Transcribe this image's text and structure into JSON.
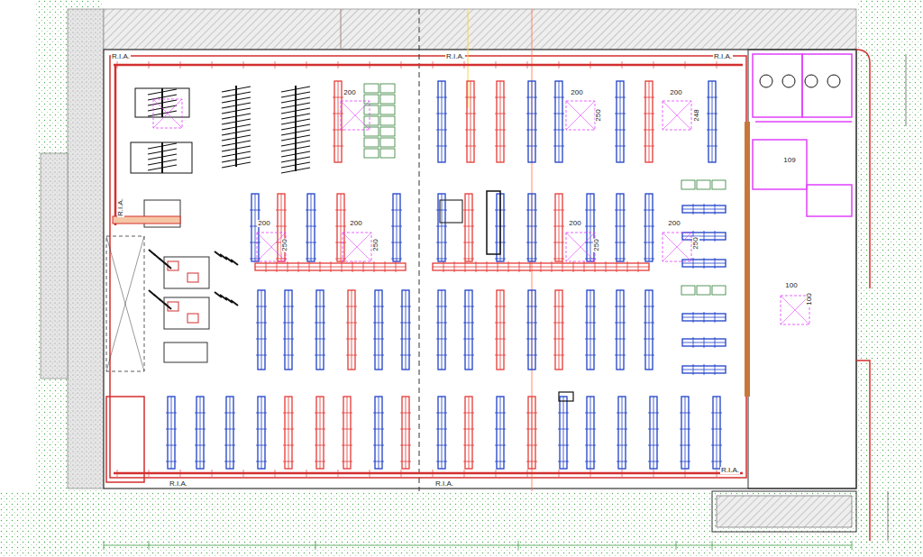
{
  "diagram": {
    "labels": [
      "R.I.A.",
      "R.I.A.",
      "R.I.A.",
      "R.I.A.",
      "R.I.A.",
      "R.I.A.",
      "R.I.A.",
      "200",
      "200",
      "250",
      "200",
      "248",
      "200",
      "250",
      "200",
      "250",
      "200",
      "250",
      "200",
      "250",
      "100",
      "100",
      "109"
    ]
  }
}
